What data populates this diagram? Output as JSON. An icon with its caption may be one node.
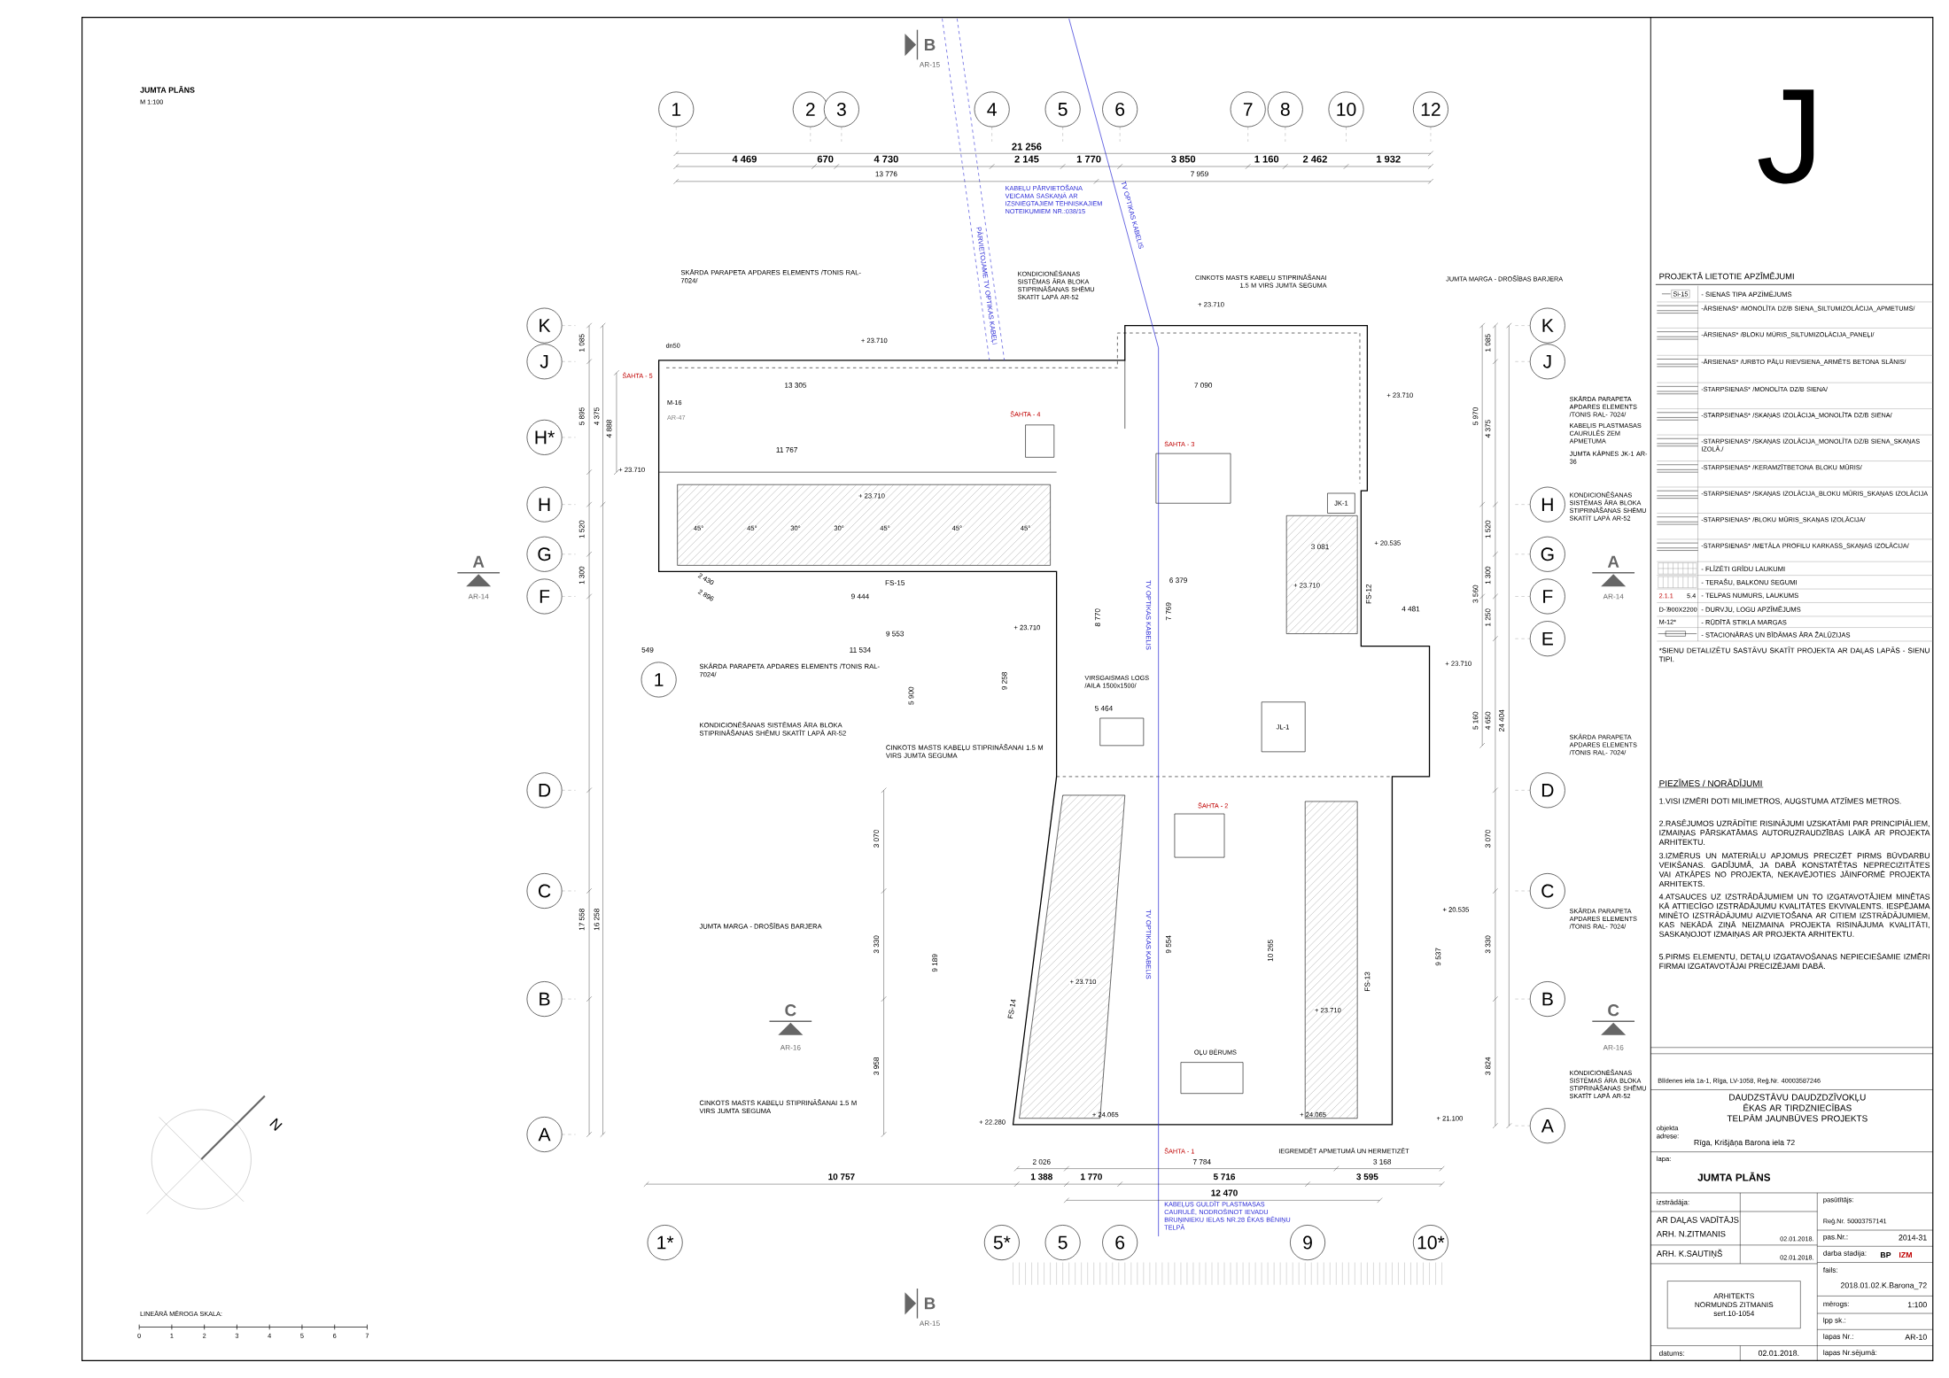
{
  "diagram": {
    "title": "JUMTA PLĀNS",
    "nodes": [
      {
        "text": [
          "1"
        ]
      },
      {
        "text": [
          "2"
        ]
      },
      {
        "text": [
          "3"
        ]
      },
      {
        "text": [
          "4"
        ]
      },
      {
        "text": [
          "5"
        ]
      },
      {
        "text": [
          "6"
        ]
      },
      {
        "text": [
          "7"
        ]
      },
      {
        "text": [
          "8"
        ]
      },
      {
        "text": [
          "10"
        ]
      },
      {
        "text": [
          "12"
        ]
      },
      {
        "text": [
          "K"
        ]
      },
      {
        "text": [
          "J"
        ]
      },
      {
        "text": [
          "H*"
        ]
      },
      {
        "text": [
          "H"
        ]
      },
      {
        "text": [
          "G"
        ]
      },
      {
        "text": [
          "F"
        ]
      },
      {
        "text": [
          "D"
        ]
      },
      {
        "text": [
          "C"
        ]
      },
      {
        "text": [
          "B"
        ]
      },
      {
        "text": [
          "A"
        ]
      },
      {
        "text": [
          "K"
        ]
      },
      {
        "text": [
          "J"
        ]
      },
      {
        "text": [
          "H"
        ]
      },
      {
        "text": [
          "G"
        ]
      },
      {
        "text": [
          "F"
        ]
      },
      {
        "text": [
          "E"
        ]
      },
      {
        "text": [
          "D"
        ]
      },
      {
        "text": [
          "C"
        ]
      },
      {
        "text": [
          "B"
        ]
      },
      {
        "text": [
          "A"
        ]
      },
      {
        "text": [
          "1"
        ]
      },
      {
        "text": [
          "1*"
        ]
      },
      {
        "text": [
          "5*"
        ]
      },
      {
        "text": [
          "5"
        ]
      },
      {
        "text": [
          "6"
        ]
      },
      {
        "text": [
          "9"
        ]
      },
      {
        "text": [
          "10*"
        ]
      },
      {
        "text": [
          "ARHITEKTS",
          "NORMUNDS ZITMANIS",
          "sert.10-1054"
        ]
      }
    ],
    "labels": [
      "M 1:100",
      "21 256",
      "4 469",
      "670",
      "4 730",
      "2 145",
      "1 770",
      "3 850",
      "1 160",
      "2 462",
      "1 932",
      "13 776",
      "7 959",
      "KABEĻU PĀRVIETOŠANA VEICAMA SASKAŅĀ AR IZSNIEGTAJIEM TEHNISKAJIEM NOTEIKUMIEM NR.:038/15",
      "PĀRVIETOJAME TV OPTIKAS KABEĻI",
      "TV OPTIKAS KABELIS",
      "SKĀRDA PARAPETA APDARES ELEMENTS /TONIS RAL- 7024/",
      "KONDICIONĒŠANAS SISTĒMAS ĀRA BLOKA STIPRINĀŠANAS SHĒMU SKATĪT LAPĀ AR-52",
      "CINKOTS MASTS KABEĻU STIPRINĀŠANAI 1.5 M VIRS JUMTA SEGUMA",
      "JUMTA MARGA - DROŠĪBAS BARJERA",
      "+ 23.710",
      "dn50",
      "+ 23.710",
      "1 085",
      "ŠAHTA - 5",
      "13 305",
      "5 895",
      "4 375",
      "4 888",
      "M-16",
      "AR-47",
      "11 767",
      "+ 23.710",
      "1 520",
      "+ 23.710",
      "45°",
      "45°",
      "30°",
      "30°",
      "45°",
      "45°",
      "45°",
      "FS-15",
      "1 300",
      "9 444",
      "2 430",
      "2 896",
      "9 553",
      "549",
      "11 534",
      "+ 23.710",
      "SKĀRDA PARAPETA APDARES ELEMENTS /TONIS RAL- 7024/",
      "5 900",
      "KONDICIONĒŠANAS SISTĒMAS ĀRA BLOKA STIPRINĀŠANAS SHĒMU SKATĪT LAPĀ AR-52",
      "CINKOTS MASTS KABEĻU STIPRINĀŠANAI 1.5 M VIRS JUMTA SEGUMA",
      "VIRSGAISMAS LOGS /AILA 1500x1500/",
      "9 258",
      "5 464",
      "3 070",
      "3 330",
      "3 958",
      "17 558",
      "16 258",
      "JUMTA MARGA - DROŠĪBAS BARJERA",
      "9 189",
      "FS-14",
      "+ 23.710",
      "CINKOTS MASTS KABEĻU STIPRINĀŠANAI 1.5 M VIRS JUMTA SEGUMA",
      "+ 22.280",
      "+ 24.065",
      "10 757",
      "2 026",
      "1 388",
      "1 770",
      "ŠAHTA - 1",
      "7 784",
      "5 716",
      "12 470",
      "KABEĻUS GULDĪT PLASTMASAS CAURULĒ, NODROŠINOT IEVADU BRUŅINIEKU IELAS NR.28 ĒKAS BĒNIŅU TELPĀ",
      "IEGREMDĒT APMETUMĀ UN HERMETIZĒT",
      "ŠAHTA - 4",
      "ŠAHTA - 3",
      "7 090",
      "+ 23.710",
      "6 379",
      "8 770",
      "7 769",
      "+ 20.535",
      "3 081",
      "JK-1",
      "FS-12",
      "4 481",
      "+ 23.710",
      "ŠAHTA - 2",
      "JL-1",
      "OĻU BĒRUMS",
      "9 554",
      "10 265",
      "FS-13",
      "+ 23.710",
      "+ 24.065",
      "+ 20.535",
      "+ 23.710",
      "+ 21.100",
      "3 168",
      "3 595",
      "9 537",
      "SKĀRDA PARAPETA APDARES ELEMENTS /TONIS RAL- 7024/",
      "KABEĻIS PLASTMASAS CAURULĒS ZEM APMETUMA",
      "JUMTA KĀPNES JK-1 AR-36",
      "KONDICIONĒŠANAS SISTĒMAS ĀRA BLOKA STIPRINĀŠANAS SHĒMU SKATĪT LAPĀ AR-52",
      "SKĀRDA PARAPETA APDARES ELEMENTS /TONIS RAL- 7024/",
      "SKĀRDA PARAPETA APDARES ELEMENTS /TONIS RAL- 7024/",
      "KONDICIONĒŠANAS SISTĒMAS ĀRA BLOKA STIPRINĀŠANAS SHĒMU SKATĪT LAPĀ AR-52",
      "1 085",
      "5 970",
      "4 375",
      "1 520",
      "1 300",
      "1 250",
      "3 560",
      "5 160",
      "4 650",
      "24 404",
      "3 070",
      "3 330",
      "3 824",
      "B",
      "AR-15",
      "A",
      "AR-14",
      "A",
      "AR-14",
      "C",
      "AR-16",
      "C",
      "AR-16",
      "B",
      "AR-15",
      "N",
      "LINEĀRĀ MĒROGA SKALA:",
      "0",
      "1",
      "2",
      "3",
      "4",
      "5",
      "6",
      "7",
      "J",
      "PROJEKTĀ LIETOTIE APZĪMĒJUMI",
      "Si-15",
      "2.1.1",
      "5.4",
      "D-7",
      "900X2200",
      "M-12*",
      "*SIENU DETALIZĒTU SASTĀVU SKATĪT PROJEKTA AR DAĻAS LAPĀS - SIENU TIPI.",
      "PIEZĪMES / NORĀDĪJUMI",
      "1.VISI IZMĒRI DOTI MILIMETROS, AUGSTUMA ATZĪMES METROS.",
      "2.RASĒJUMOS UZRĀDĪTIE RISINĀJUMI UZSKATĀMI PAR PRINCIPIĀLIEM, IZMAIŅAS PĀRSKATĀMAS AUTORUZRAUDZĪBAS LAIKĀ AR PROJEKTA ARHITEKTU.",
      "3.IZMĒRUS UN MATERIĀLU APJOMUS PRECIZĒT PIRMS BŪVDARBU VEIKŠANAS. GADĪJUMĀ, JA DABĀ KONSTATĒTAS NEPRECIZITĀTES VAI ATKĀPES NO PROJEKTA, NEKAVĒJOTIES JĀINFORMĒ PROJEKTA ARHITEKTS.",
      "4.ATSAUCES UZ IZSTRĀDĀJUMIEM UN TO IZGATAVOTĀJIEM MINĒTAS KĀ ATTIECĪGO IZSTRĀDĀJUMU KVALITĀTES EKVIVALENTS. IESPĒJAMA MINĒTO IZSTRĀDĀJUMU AIZVIETOŠANA AR CITIEM IZSTRĀDĀJUMIEM, KAS NEKĀDĀ ZIŅĀ NEIZMAINA PROJEKTA RISINĀJUMA KVALITĀTI, SASKAŅOJOT IZMAIŅAS AR PROJEKTA ARHITEKTU.",
      "5.PIRMS ELEMENTU, DETAĻU IZGATAVOŠANAS NEPIECIEŠAMIE IZMĒRI FIRMAI IZGATAVOTĀJAI PRECIZĒJAMI DABĀ.",
      "Blīdenes iela 1a-1, Rīga, LV-1058, Reģ.Nr. 40003587246",
      "DAUDZSTĀVU DAUDZDZĪVOKĻU ĒKAS AR TIRDZNIECĪBAS TELPĀM JAUNBŪVES PROJEKTS",
      "objekta adrese:",
      "Rīga, Krišjāņa Barona iela 72",
      "lapa:",
      "JUMTA PLĀNS",
      "izstrādāja:",
      "AR DAĻAS VADĪTĀJS",
      "ARH. N.ZITMANIS",
      "02.01.2018.",
      "ARH. K.SAUTIŅŠ",
      "02.01.2018.",
      "datums:",
      "02.01.2018.",
      "pasūtītājs:",
      "Reģ.Nr. 50003757141",
      "pas.Nr.:",
      "2014-31",
      "darba stadija:",
      "BP",
      "IZM",
      "fails:",
      "2018.01.02.K.Barona_72",
      "mērogs:",
      "1:100",
      "lpp sk.:",
      "lapas Nr.:",
      "AR-10",
      "lapas Nr.sējumā:",
      "TV OPTIKAS KABELIS",
      "TV OPTIKAS KABELIS"
    ],
    "legend": [
      {
        "text": "- SIENAS TIPA APZĪMĒJUMS"
      },
      {
        "text": "-ĀRSIENAS* /MONOLĪTA DZ/B SIENA_SILTUMIZOLĀCIJA_APMETUMS/"
      },
      {
        "text": "-ĀRSIENAS* /BLOKU MŪRIS_SILTUMIZOLĀCIJA_PANEĻI/"
      },
      {
        "text": "-ĀRSIENAS* /URBTO PĀĻU RIEVSIENA_ARMĒTS BETONA SLĀNIS/"
      },
      {
        "text": "-STARPSIENAS* /MONOLĪTA DZ/B SIENA/"
      },
      {
        "text": "-STARPSIENAS* /SKAŅAS IZOLĀCIJA_MONOLĪTA DZ/B SIENA/"
      },
      {
        "text": "-STARPSIENAS* /SKAŅAS IZOLĀCIJA_MONOLĪTA DZ/B SIENA_SKAŅAS IZOLĀ./"
      },
      {
        "text": "-STARPSIENAS* /KERAMZĪTBETONA BLOKU MŪRIS/"
      },
      {
        "text": "-STARPSIENAS* /SKAŅAS IZOLĀCIJA_BLOKU MŪRIS_SKAŅAS IZOLĀCIJA"
      },
      {
        "text": "-STARPSIENAS* /BLOKU MŪRIS_SKAŅAS IZOLĀCIJA/"
      },
      {
        "text": "-STARPSIENAS* /METĀLA PROFILU KARKASS_SKAŅAS IZOLĀCIJA/"
      },
      {
        "text": "- FLĪZĒTI GRĪDU LAUKUMI"
      },
      {
        "text": "- TERAŠU, BALKONU SEGUMI"
      },
      {
        "text": "- TELPAS NUMURS, LAUKUMS"
      },
      {
        "text": "- DURVJU, LOGU APZĪMĒJUMS"
      },
      {
        "text": "- RŪDĪTĀ STIKLA MARGAS"
      },
      {
        "text": "- STACIONĀRAS UN BĪDĀMAS ĀRA ŽALŪZIJAS"
      }
    ]
  }
}
